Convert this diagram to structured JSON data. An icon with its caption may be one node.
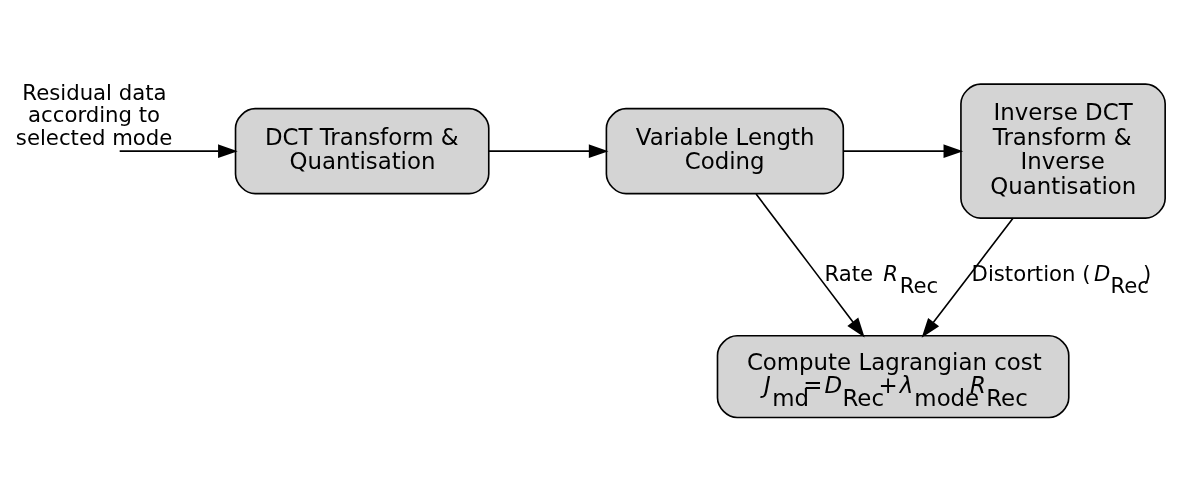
{
  "diagram": {
    "nodes": [
      {
        "text": [
          "DCT Transform & Quantisation"
        ]
      },
      {
        "text": [
          "Variable Length Coding"
        ]
      },
      {
        "text": [
          "Inverse DCT Transform & Inverse Quantisation"
        ]
      },
      {
        "text": [
          "Compute Lagrangian cost",
          "*J*$_{md}$=*D*$_{Rec}$+*λ*$_{mode}$*R*$_{Rec}$"
        ]
      }
    ],
    "edges": [
      {
        "from": null,
        "to": 0,
        "arrow": "to",
        "label": "Residual data according to selected mode"
      },
      {
        "from": 0,
        "to": 1,
        "arrow": "to"
      },
      {
        "from": 1,
        "to": 2,
        "arrow": "to"
      },
      {
        "from": 1,
        "to": 3,
        "arrow": "to",
        "label": "Rate *R*$_{Rec}$"
      },
      {
        "from": 2,
        "to": 3,
        "arrow": "to",
        "label": "Distortion (*D*$_{Rec}$)"
      }
    ]
  }
}
